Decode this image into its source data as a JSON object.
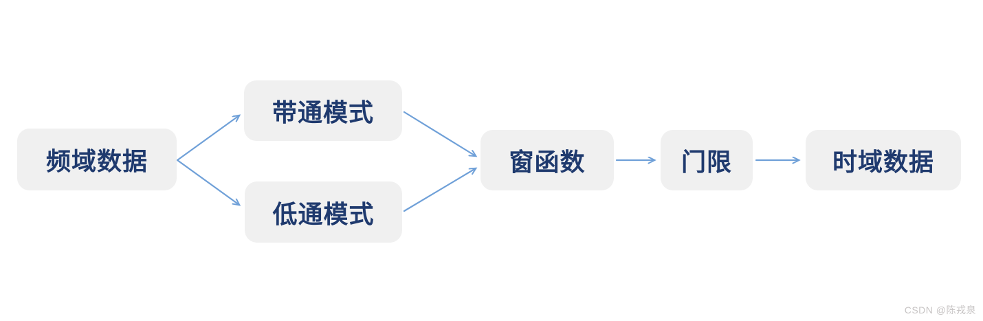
{
  "diagram": {
    "title": "signal-processing-flowchart",
    "nodes": [
      {
        "id": "frequency-domain-data",
        "label": "频域数据"
      },
      {
        "id": "bandpass-mode",
        "label": "带通模式"
      },
      {
        "id": "lowpass-mode",
        "label": "低通模式"
      },
      {
        "id": "window-function",
        "label": "窗函数"
      },
      {
        "id": "threshold",
        "label": "门限"
      },
      {
        "id": "time-domain-data",
        "label": "时域数据"
      }
    ],
    "edges": [
      {
        "from": "frequency-domain-data",
        "to": "bandpass-mode"
      },
      {
        "from": "frequency-domain-data",
        "to": "lowpass-mode"
      },
      {
        "from": "bandpass-mode",
        "to": "window-function"
      },
      {
        "from": "lowpass-mode",
        "to": "window-function"
      },
      {
        "from": "window-function",
        "to": "threshold"
      },
      {
        "from": "threshold",
        "to": "time-domain-data"
      }
    ]
  },
  "watermark": "CSDN @陈戎泉",
  "colors": {
    "background": "#ffffff",
    "node_bg": "#f0f0f0",
    "node_text": "#1f3a6e",
    "arrow": "#6fa0d8",
    "watermark": "#c7c4c4"
  }
}
